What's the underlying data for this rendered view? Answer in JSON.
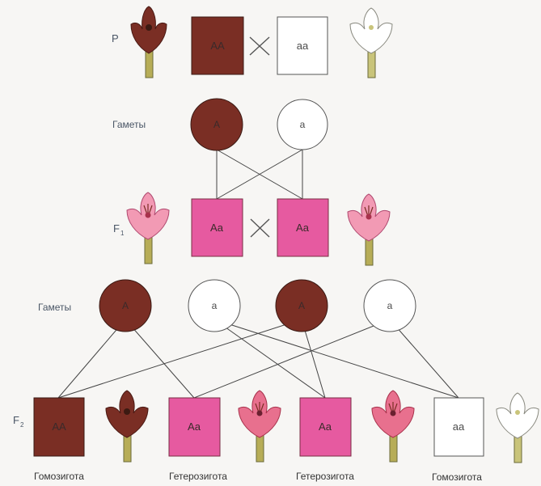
{
  "labels": {
    "p": "P",
    "gametes1": "Гаметы",
    "f1": "F",
    "f1_sub": "1",
    "gametes2": "Гаметы",
    "f2": "F",
    "f2_sub": "2"
  },
  "genotypes": {
    "p_left": "AA",
    "p_right": "aa",
    "g1_left": "A",
    "g1_right": "a",
    "f1_left": "Aa",
    "f1_right": "Aa",
    "g2_1": "A",
    "g2_2": "a",
    "g2_3": "A",
    "g2_4": "a",
    "f2_1": "AA",
    "f2_2": "Aa",
    "f2_3": "Aa",
    "f2_4": "aa"
  },
  "captions": {
    "f2_1": "Гомозигота",
    "f2_2": "Гетерозигота",
    "f2_3": "Гетерозигота",
    "f2_4": "Гомозигота"
  },
  "colors": {
    "dominant_red": "#7a2e24",
    "heterozygous_pink": "#e65aa0",
    "recessive_white": "#ffffff",
    "line": "#444444"
  }
}
